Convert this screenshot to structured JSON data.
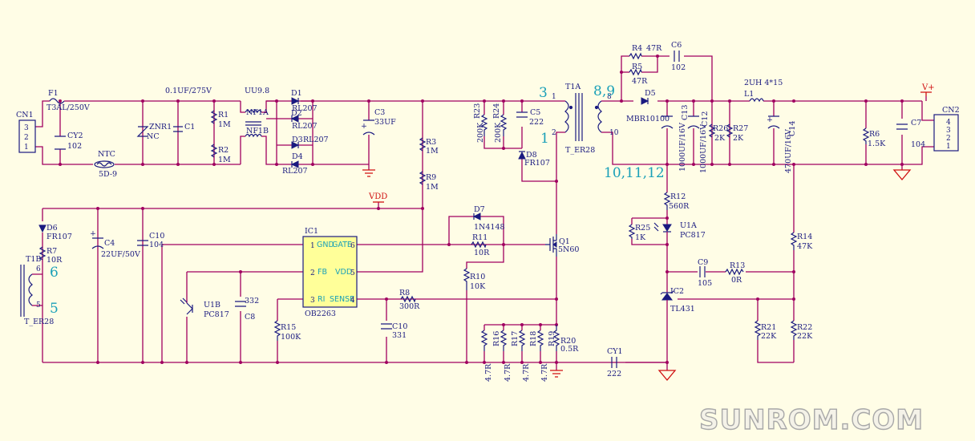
{
  "connectors": {
    "cn1": {
      "ref": "CN1",
      "pins": [
        "3",
        "2",
        "1"
      ]
    },
    "cn2": {
      "ref": "CN2",
      "pins": [
        "4",
        "3",
        "2",
        "1"
      ]
    }
  },
  "rail_labels": {
    "vplus": "V+",
    "vdd": "VDD"
  },
  "parts": {
    "f1": {
      "ref": "F1",
      "value": "T3AL/250V"
    },
    "cy2": {
      "ref": "CY2",
      "value": "102"
    },
    "ntc": {
      "ref": "NTC",
      "value": "5D-9"
    },
    "znr1": {
      "ref": "ZNR1",
      "value": "NC"
    },
    "c1": {
      "ref": "C1",
      "value": "0.1UF/275V"
    },
    "r1": {
      "ref": "R1",
      "value": "1M"
    },
    "r2": {
      "ref": "R2",
      "value": "1M"
    },
    "nf1a": {
      "ref": "NF1A",
      "value": "UU9.8"
    },
    "nf1b": {
      "ref": "NF1B"
    },
    "d1": {
      "ref": "D1",
      "value": "RL207"
    },
    "d2": {
      "ref": "D2",
      "value": "RL207"
    },
    "d3": {
      "ref": "D3",
      "value": "RL207"
    },
    "d4": {
      "ref": "D4",
      "value": "RL207"
    },
    "c3": {
      "ref": "C3",
      "value": "33UF"
    },
    "r3": {
      "ref": "R3",
      "value": "1M"
    },
    "r9": {
      "ref": "R9",
      "value": "1M"
    },
    "r23": {
      "ref": "R23",
      "value": "200K"
    },
    "r24": {
      "ref": "R24",
      "value": "200K"
    },
    "c5": {
      "ref": "C5",
      "value": "222"
    },
    "d8": {
      "ref": "D8",
      "value": "FR107"
    },
    "t1a": {
      "ref": "T1A",
      "value": "T_ER28"
    },
    "t1b": {
      "ref": "T1B",
      "value": "T_ER28"
    },
    "r4": {
      "ref": "R4",
      "value": "47R"
    },
    "r5": {
      "ref": "R5",
      "value": "47R"
    },
    "c6": {
      "ref": "C6",
      "value": "102"
    },
    "d5": {
      "ref": "D5",
      "value": "MBR10100"
    },
    "c13": {
      "ref": "C13",
      "value": "1000UF/16V"
    },
    "c12": {
      "ref": "C12",
      "value": "1000UF/16V"
    },
    "r26": {
      "ref": "R26",
      "value": "2K"
    },
    "r27": {
      "ref": "R27",
      "value": "2K"
    },
    "l1": {
      "ref": "L1",
      "value": "2UH  4*15"
    },
    "c14": {
      "ref": "C14",
      "value": "470UF/16V"
    },
    "r6": {
      "ref": "R6",
      "value": "1.5K"
    },
    "c7": {
      "ref": "C7",
      "value": "104"
    },
    "d6": {
      "ref": "D6",
      "value": "FR107"
    },
    "r7": {
      "ref": "R7",
      "value": "10R"
    },
    "c4": {
      "ref": "C4",
      "value": "22UF/50V"
    },
    "c10a": {
      "ref": "C10",
      "value": "104"
    },
    "ic1": {
      "ref": "IC1",
      "value": "OB2263"
    },
    "u1b": {
      "ref": "U1B",
      "value": "PC817"
    },
    "c8": {
      "ref": "C8",
      "value": "332"
    },
    "r15": {
      "ref": "R15",
      "value": "100K"
    },
    "d7": {
      "ref": "D7",
      "value": "1N4148"
    },
    "r11": {
      "ref": "R11",
      "value": "10R"
    },
    "q1": {
      "ref": "Q1",
      "value": "5N60"
    },
    "r10": {
      "ref": "R10",
      "value": "10K"
    },
    "r8": {
      "ref": "R8",
      "value": "300R"
    },
    "c10b": {
      "ref": "C10",
      "value": "331"
    },
    "r16": {
      "ref": "R16",
      "value": "4.7R"
    },
    "r17": {
      "ref": "R17",
      "value": "4.7R"
    },
    "r18": {
      "ref": "R18",
      "value": "4.7R"
    },
    "r19": {
      "ref": "R19",
      "value": "4.7R"
    },
    "r20": {
      "ref": "R20",
      "value": "0.5R"
    },
    "cy1": {
      "ref": "CY1",
      "value": "222"
    },
    "r12": {
      "ref": "R12",
      "value": "560R"
    },
    "r25": {
      "ref": "R25",
      "value": "1K"
    },
    "u1a": {
      "ref": "U1A",
      "value": "PC817"
    },
    "c9": {
      "ref": "C9",
      "value": "105"
    },
    "r13": {
      "ref": "R13",
      "value": "0R"
    },
    "ic2": {
      "ref": "IC2",
      "value": "TL431"
    },
    "r14": {
      "ref": "R14",
      "value": "47K"
    },
    "r21": {
      "ref": "R21",
      "value": "22K"
    },
    "r22": {
      "ref": "R22",
      "value": "22K"
    }
  },
  "ic1_pins": {
    "p1": "GND",
    "n1": "1",
    "p2": "FB",
    "n2": "2",
    "p3": "RI",
    "n3": "3",
    "p6": "GATE",
    "n6": "6",
    "p5": "VDD",
    "n5": "5",
    "p4": "SENSE",
    "n4": "4"
  },
  "transformer_pins": {
    "a1": "1",
    "a2": "2",
    "a8": "8",
    "a10": "10",
    "b6": "6",
    "b5": "5"
  },
  "winding_labels": {
    "w3": "3",
    "w1": "1",
    "w89": "8,9",
    "w101112": "10,11,12",
    "w6": "6",
    "w5": "5"
  },
  "watermark": "SUNROM.COM",
  "colors": {
    "wire": "#a00060",
    "component": "#1a1a80",
    "accent": "#1aa0b8",
    "power": "#d01010",
    "ic_fill": "#ffff99",
    "background": "#fffde6"
  }
}
